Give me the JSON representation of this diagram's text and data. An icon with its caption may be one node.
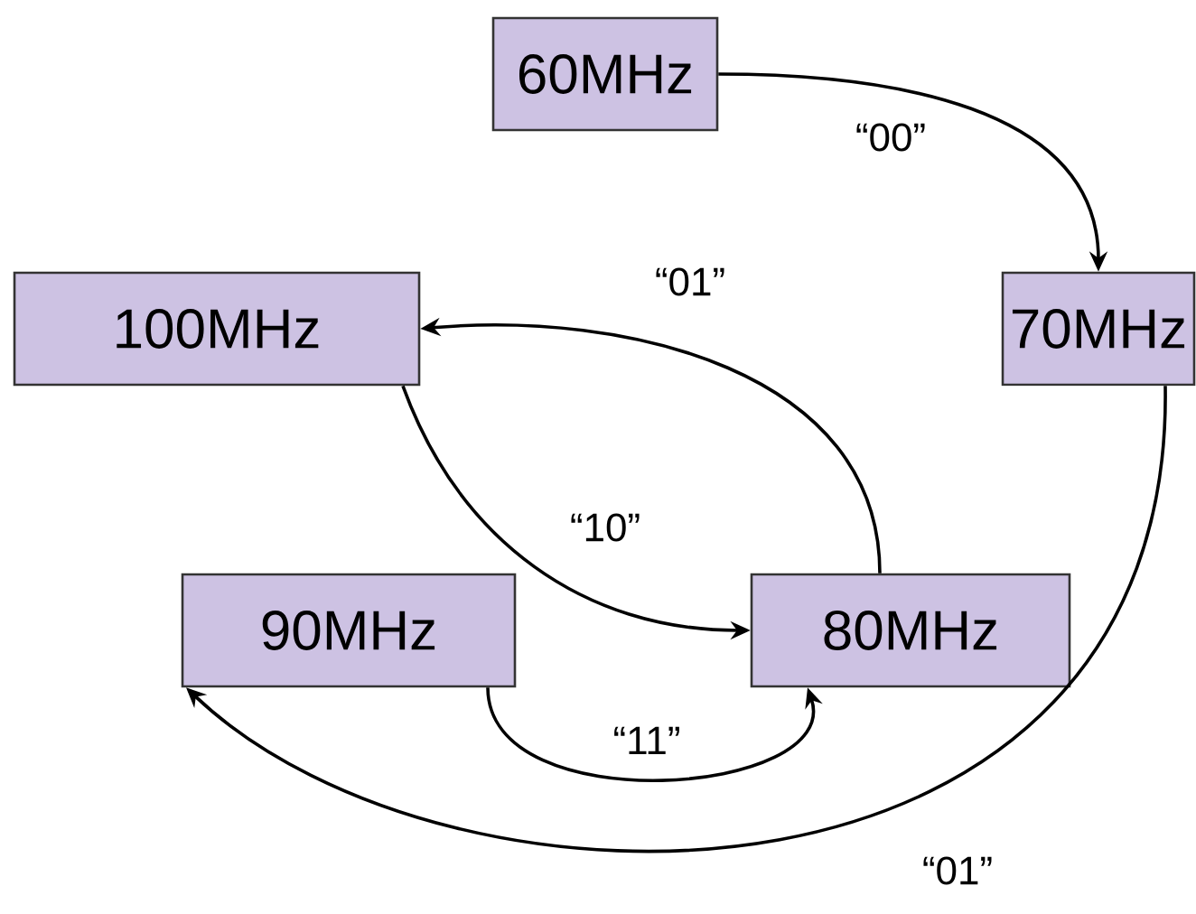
{
  "diagram": {
    "nodes": [
      {
        "text": [
          "60MHz"
        ]
      },
      {
        "text": [
          "100MHz"
        ]
      },
      {
        "text": [
          "70MHz"
        ]
      },
      {
        "text": [
          "90MHz"
        ]
      },
      {
        "text": [
          "80MHz"
        ]
      }
    ],
    "edges": [
      {
        "from": 0,
        "to": 2,
        "arrow": "to",
        "label": "“00”"
      },
      {
        "from": 4,
        "to": 1,
        "arrow": "to",
        "label": "“01”"
      },
      {
        "from": 1,
        "to": 4,
        "arrow": "to",
        "label": "“10”"
      },
      {
        "from": 3,
        "to": 4,
        "arrow": "to",
        "label": "“11”"
      },
      {
        "from": 2,
        "to": 3,
        "arrow": "to",
        "label": "“01”"
      }
    ]
  }
}
